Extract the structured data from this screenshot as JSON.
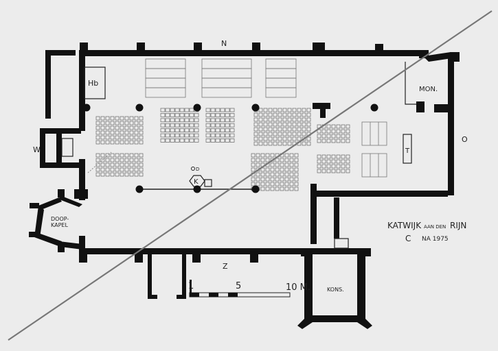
{
  "plan": {
    "compass": {
      "north": "N",
      "south": "Z",
      "east": "O",
      "west": "W"
    },
    "rooms": {
      "hb": "Hb",
      "mon": "MON.",
      "t": "T",
      "k": "K",
      "d": "D",
      "doopkapel_line1": "DOOP-",
      "doopkapel_line2": "KAPEL",
      "kons": "KONS."
    },
    "scale_bar": {
      "tick_1": "1",
      "tick_5": "5",
      "tick_10": "10 M."
    },
    "caption": {
      "place_main": "KATWIJK",
      "place_small": "AAN DEN",
      "place_end": "RIJN",
      "letter": "C",
      "date": "NA 1975"
    }
  }
}
